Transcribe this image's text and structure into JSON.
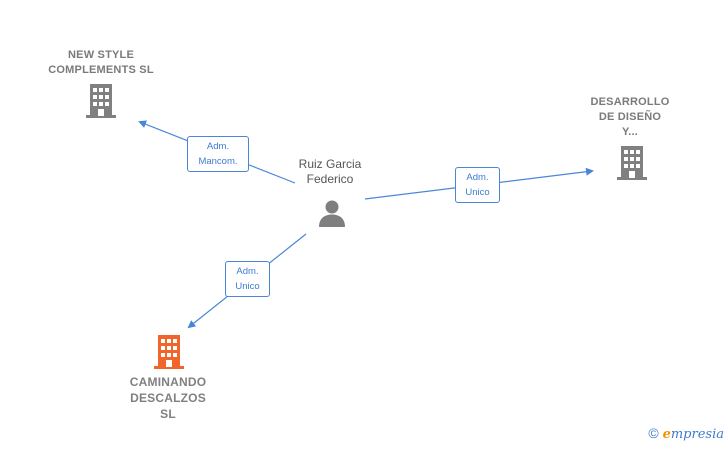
{
  "nodes": {
    "new_style": {
      "label_lines": [
        "NEW STYLE",
        "COMPLEMENTS SL"
      ],
      "icon": "building-icon",
      "color": "#808080"
    },
    "desarrollo": {
      "label_lines": [
        "DESARROLLO",
        "DE DISEÑO",
        "Y..."
      ],
      "icon": "building-icon",
      "color": "#808080"
    },
    "caminando": {
      "label_lines": [
        "CAMINANDO",
        "DESCALZOS",
        "SL"
      ],
      "icon": "building-icon",
      "color": "#f2652a"
    },
    "person": {
      "label_lines": [
        "Ruiz Garcia",
        "Federico"
      ],
      "icon": "person-icon",
      "color": "#7f7f7f"
    }
  },
  "edges": {
    "to_new_style": {
      "label_lines": [
        "Adm.",
        "Mancom."
      ]
    },
    "to_desarrollo": {
      "label_lines": [
        "Adm.",
        "Unico"
      ]
    },
    "to_caminando": {
      "label_lines": [
        "Adm.",
        "Unico"
      ]
    }
  },
  "colors": {
    "edge": "#4a86d8",
    "edge_text": "#3d7bd0"
  },
  "footer": {
    "copyright": "©",
    "brand_first": "e",
    "brand_rest": "mpresia"
  }
}
